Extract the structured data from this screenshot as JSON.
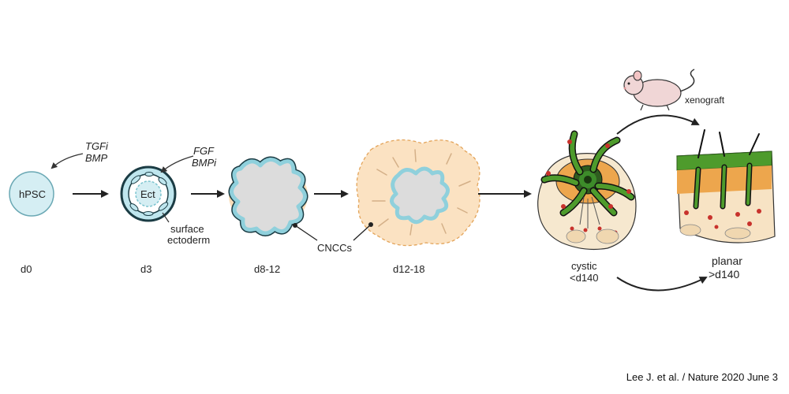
{
  "figure": {
    "stage0": {
      "cell": "hPSC",
      "day": "d0",
      "factors": [
        "TGFi",
        "BMP"
      ]
    },
    "stage1": {
      "cell": "Ect",
      "day": "d3",
      "factors": [
        "FGF",
        "BMPi"
      ],
      "annotation": [
        "surface",
        "ectoderm"
      ]
    },
    "stage2": {
      "day": "d8-12"
    },
    "stage3": {
      "day": "d12-18",
      "annotation": "CNCCs"
    },
    "stage4": {
      "label": "cystic",
      "day": "<d140"
    },
    "stage5": {
      "label": "planar",
      "day": ">d140"
    },
    "xenograft": "xenograft"
  },
  "citation": "Lee J. et al. / Nature 2020 June 3",
  "colors": {
    "cyan_fill": "#d5eef3",
    "cyan_stroke": "#7cc4cf",
    "peach": "#f9ddb8",
    "orange": "#eda64d",
    "green": "#3d8c2a",
    "red_dots": "#c8322c"
  }
}
